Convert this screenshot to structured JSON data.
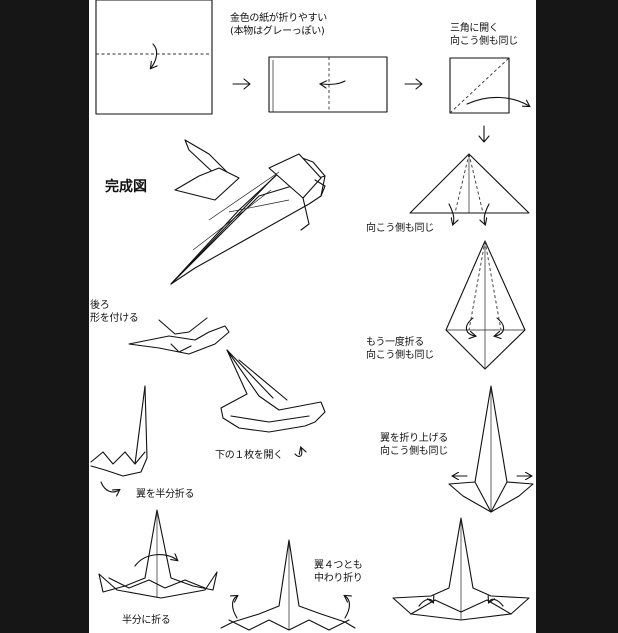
{
  "colors": {
    "background": "#161616",
    "paper": "#ffffff",
    "ink": "#111111"
  },
  "labels": {
    "step1": [
      "金色の紙が折りやすい",
      "(本物はグレーっぽい)"
    ],
    "step2": [
      "三角に開く",
      "向こう側も同じ"
    ],
    "finished": "完成図",
    "step3": "向こう側も同じ",
    "step4": [
      "もう一度折る",
      "向こう側も同じ"
    ],
    "step5": [
      "翼を折り上げる",
      "向こう側も同じ"
    ],
    "shape": [
      "後ろ",
      "形を付ける"
    ],
    "openOne": "下の１枚を開く",
    "halfWing": "翼を半分折る",
    "halfFold": "半分に折る",
    "inside": [
      "翼４つとも",
      "中わり折り"
    ]
  }
}
